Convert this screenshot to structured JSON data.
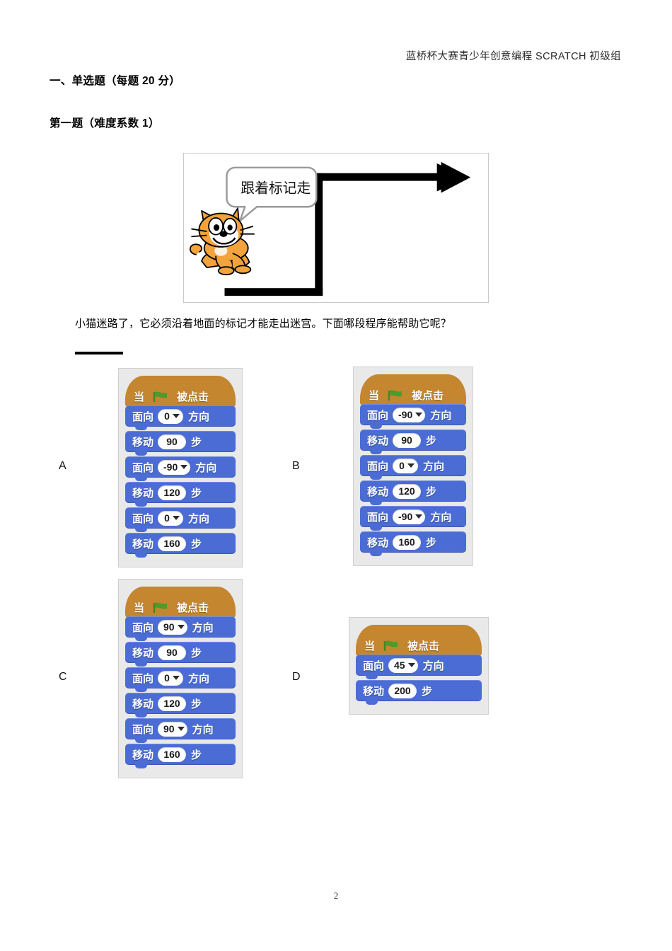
{
  "header": {
    "title": "蓝桥杯大赛青少年创意编程 SCRATCH 初级组"
  },
  "section": {
    "heading": "一、单选题（每题 20 分）",
    "question_heading": "第一题（难度系数 1）"
  },
  "figure": {
    "speech_bubble": "跟着标记走",
    "sprite": "scratch-cat",
    "path_description": "black L-shaped path with right arrow"
  },
  "question": {
    "text": "小猫迷路了，它必须沿着地面的标记才能走出迷宫。下面哪段程序能帮助它呢？"
  },
  "options": [
    {
      "letter": "A",
      "blocks": [
        {
          "type": "hat",
          "prefix": "当",
          "icon": "green-flag-icon",
          "suffix": "被点击"
        },
        {
          "type": "motion",
          "label": "面向",
          "value": "0",
          "tail": "方向",
          "dropdown": true
        },
        {
          "type": "motion",
          "label": "移动",
          "value": "90",
          "tail": "步",
          "dropdown": false
        },
        {
          "type": "motion",
          "label": "面向",
          "value": "-90",
          "tail": "方向",
          "dropdown": true
        },
        {
          "type": "motion",
          "label": "移动",
          "value": "120",
          "tail": "步",
          "dropdown": false
        },
        {
          "type": "motion",
          "label": "面向",
          "value": "0",
          "tail": "方向",
          "dropdown": true
        },
        {
          "type": "motion",
          "label": "移动",
          "value": "160",
          "tail": "步",
          "dropdown": false
        }
      ]
    },
    {
      "letter": "B",
      "blocks": [
        {
          "type": "hat",
          "prefix": "当",
          "icon": "green-flag-icon",
          "suffix": "被点击"
        },
        {
          "type": "motion",
          "label": "面向",
          "value": "-90",
          "tail": "方向",
          "dropdown": true
        },
        {
          "type": "motion",
          "label": "移动",
          "value": "90",
          "tail": "步",
          "dropdown": false
        },
        {
          "type": "motion",
          "label": "面向",
          "value": "0",
          "tail": "方向",
          "dropdown": true
        },
        {
          "type": "motion",
          "label": "移动",
          "value": "120",
          "tail": "步",
          "dropdown": false
        },
        {
          "type": "motion",
          "label": "面向",
          "value": "-90",
          "tail": "方向",
          "dropdown": true
        },
        {
          "type": "motion",
          "label": "移动",
          "value": "160",
          "tail": "步",
          "dropdown": false
        }
      ]
    },
    {
      "letter": "C",
      "blocks": [
        {
          "type": "hat",
          "prefix": "当",
          "icon": "green-flag-icon",
          "suffix": "被点击"
        },
        {
          "type": "motion",
          "label": "面向",
          "value": "90",
          "tail": "方向",
          "dropdown": true
        },
        {
          "type": "motion",
          "label": "移动",
          "value": "90",
          "tail": "步",
          "dropdown": false
        },
        {
          "type": "motion",
          "label": "面向",
          "value": "0",
          "tail": "方向",
          "dropdown": true
        },
        {
          "type": "motion",
          "label": "移动",
          "value": "120",
          "tail": "步",
          "dropdown": false
        },
        {
          "type": "motion",
          "label": "面向",
          "value": "90",
          "tail": "方向",
          "dropdown": true
        },
        {
          "type": "motion",
          "label": "移动",
          "value": "160",
          "tail": "步",
          "dropdown": false
        }
      ]
    },
    {
      "letter": "D",
      "blocks": [
        {
          "type": "hat",
          "prefix": "当",
          "icon": "green-flag-icon",
          "suffix": "被点击"
        },
        {
          "type": "motion",
          "label": "面向",
          "value": "45",
          "tail": "方向",
          "dropdown": true
        },
        {
          "type": "motion",
          "label": "移动",
          "value": "200",
          "tail": "步",
          "dropdown": false
        }
      ]
    }
  ],
  "footer": {
    "page_number": "2"
  },
  "colors": {
    "hat_block": "#c4862f",
    "motion_block": "#4a6cd4",
    "panel_background": "#e9e9e9",
    "cat_orange": "#f2a33c",
    "flag_green": "#4a9c2d"
  }
}
